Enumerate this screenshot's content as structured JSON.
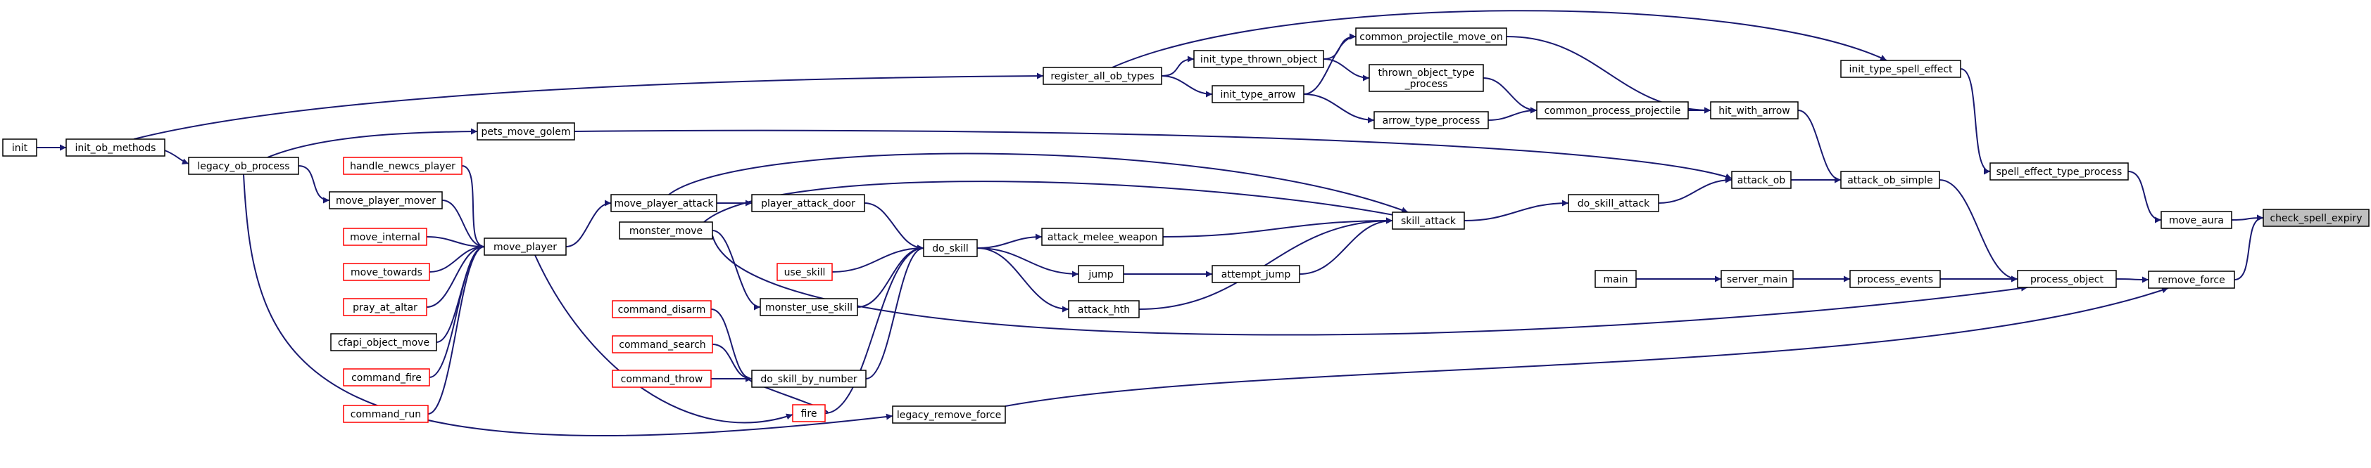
{
  "diagram": {
    "colors": {
      "edge": "#191970",
      "node_border": "#000000",
      "node_border_incomplete": "#ff0000",
      "focus_fill": "#bfbfbf"
    },
    "nodes": [
      {
        "id": "check_spell_expiry",
        "label": "check_spell_expiry",
        "style": "focus"
      },
      {
        "id": "move_aura",
        "label": "move_aura",
        "style": "normal"
      },
      {
        "id": "remove_force",
        "label": "remove_force",
        "style": "normal"
      },
      {
        "id": "spell_effect_type_process",
        "label": "spell_effect_type_process",
        "style": "normal"
      },
      {
        "id": "init_type_spell_effect",
        "label": "init_type_spell_effect",
        "style": "normal"
      },
      {
        "id": "process_object",
        "label": "process_object",
        "style": "normal"
      },
      {
        "id": "legacy_remove_force",
        "label": "legacy_remove_force",
        "style": "normal"
      },
      {
        "id": "attack_ob_simple",
        "label": "attack_ob_simple",
        "style": "normal"
      },
      {
        "id": "process_events",
        "label": "process_events",
        "style": "normal"
      },
      {
        "id": "server_main",
        "label": "server_main",
        "style": "normal"
      },
      {
        "id": "main",
        "label": "main",
        "style": "normal"
      },
      {
        "id": "hit_with_arrow",
        "label": "hit_with_arrow",
        "style": "normal"
      },
      {
        "id": "attack_ob",
        "label": "attack_ob",
        "style": "normal"
      },
      {
        "id": "common_projectile_move_on",
        "label": "common_projectile_move_on",
        "style": "normal"
      },
      {
        "id": "common_process_projectile",
        "label": "common_process_projectile",
        "style": "normal"
      },
      {
        "id": "thrown_object_type_process",
        "label_lines": [
          "thrown_object_type",
          "_process"
        ],
        "style": "normal"
      },
      {
        "id": "arrow_type_process",
        "label": "arrow_type_process",
        "style": "normal"
      },
      {
        "id": "init_type_thrown_object",
        "label": "init_type_thrown_object",
        "style": "normal"
      },
      {
        "id": "init_type_arrow",
        "label": "init_type_arrow",
        "style": "normal"
      },
      {
        "id": "register_all_ob_types",
        "label": "register_all_ob_types",
        "style": "normal"
      },
      {
        "id": "init_ob_methods",
        "label": "init_ob_methods",
        "style": "normal"
      },
      {
        "id": "init",
        "label": "init",
        "style": "normal"
      },
      {
        "id": "do_skill_attack",
        "label": "do_skill_attack",
        "style": "normal"
      },
      {
        "id": "skill_attack",
        "label": "skill_attack",
        "style": "normal"
      },
      {
        "id": "pets_move_golem",
        "label": "pets_move_golem",
        "style": "normal"
      },
      {
        "id": "legacy_ob_process",
        "label": "legacy_ob_process",
        "style": "normal"
      },
      {
        "id": "attack_melee_weapon",
        "label": "attack_melee_weapon",
        "style": "normal"
      },
      {
        "id": "attempt_jump",
        "label": "attempt_jump",
        "style": "normal"
      },
      {
        "id": "jump",
        "label": "jump",
        "style": "normal"
      },
      {
        "id": "attack_hth",
        "label": "attack_hth",
        "style": "normal"
      },
      {
        "id": "do_skill",
        "label": "do_skill",
        "style": "normal"
      },
      {
        "id": "player_attack_door",
        "label": "player_attack_door",
        "style": "normal"
      },
      {
        "id": "move_player_attack",
        "label": "move_player_attack",
        "style": "normal"
      },
      {
        "id": "monster_move",
        "label": "monster_move",
        "style": "normal"
      },
      {
        "id": "use_skill",
        "label": "use_skill",
        "style": "incomplete"
      },
      {
        "id": "monster_use_skill",
        "label": "monster_use_skill",
        "style": "normal"
      },
      {
        "id": "do_skill_by_number",
        "label": "do_skill_by_number",
        "style": "normal"
      },
      {
        "id": "fire",
        "label": "fire",
        "style": "incomplete"
      },
      {
        "id": "command_disarm",
        "label": "command_disarm",
        "style": "incomplete"
      },
      {
        "id": "command_search",
        "label": "command_search",
        "style": "incomplete"
      },
      {
        "id": "command_throw",
        "label": "command_throw",
        "style": "incomplete"
      },
      {
        "id": "move_player",
        "label": "move_player",
        "style": "normal"
      },
      {
        "id": "handle_newcs_player",
        "label": "handle_newcs_player",
        "style": "incomplete"
      },
      {
        "id": "move_player_mover",
        "label": "move_player_mover",
        "style": "normal"
      },
      {
        "id": "move_internal",
        "label": "move_internal",
        "style": "incomplete"
      },
      {
        "id": "move_towards",
        "label": "move_towards",
        "style": "incomplete"
      },
      {
        "id": "pray_at_altar",
        "label": "pray_at_altar",
        "style": "incomplete"
      },
      {
        "id": "cfapi_object_move",
        "label": "cfapi_object_move",
        "style": "normal"
      },
      {
        "id": "command_fire",
        "label": "command_fire",
        "style": "incomplete"
      },
      {
        "id": "command_run",
        "label": "command_run",
        "style": "incomplete"
      }
    ],
    "edges": [
      [
        "move_aura",
        "check_spell_expiry"
      ],
      [
        "remove_force",
        "check_spell_expiry"
      ],
      [
        "spell_effect_type_process",
        "move_aura"
      ],
      [
        "init_type_spell_effect",
        "spell_effect_type_process"
      ],
      [
        "register_all_ob_types",
        "init_type_spell_effect"
      ],
      [
        "process_object",
        "remove_force"
      ],
      [
        "legacy_remove_force",
        "remove_force"
      ],
      [
        "legacy_ob_process",
        "legacy_remove_force"
      ],
      [
        "attack_ob_simple",
        "process_object"
      ],
      [
        "process_events",
        "process_object"
      ],
      [
        "monster_move",
        "process_object"
      ],
      [
        "server_main",
        "process_events"
      ],
      [
        "main",
        "server_main"
      ],
      [
        "hit_with_arrow",
        "attack_ob_simple"
      ],
      [
        "attack_ob",
        "attack_ob_simple"
      ],
      [
        "common_projectile_move_on",
        "hit_with_arrow"
      ],
      [
        "common_process_projectile",
        "hit_with_arrow"
      ],
      [
        "init_type_thrown_object",
        "common_projectile_move_on"
      ],
      [
        "init_type_arrow",
        "common_projectile_move_on"
      ],
      [
        "thrown_object_type_process",
        "common_process_projectile"
      ],
      [
        "arrow_type_process",
        "common_process_projectile"
      ],
      [
        "init_type_thrown_object",
        "thrown_object_type_process"
      ],
      [
        "init_type_arrow",
        "arrow_type_process"
      ],
      [
        "register_all_ob_types",
        "init_type_thrown_object"
      ],
      [
        "register_all_ob_types",
        "init_type_arrow"
      ],
      [
        "init_ob_methods",
        "register_all_ob_types"
      ],
      [
        "init",
        "init_ob_methods"
      ],
      [
        "pets_move_golem",
        "attack_ob"
      ],
      [
        "do_skill_attack",
        "attack_ob"
      ],
      [
        "skill_attack",
        "do_skill_attack"
      ],
      [
        "legacy_ob_process",
        "pets_move_golem"
      ],
      [
        "init_ob_methods",
        "legacy_ob_process"
      ],
      [
        "move_player_attack",
        "skill_attack"
      ],
      [
        "monster_move",
        "skill_attack"
      ],
      [
        "attack_melee_weapon",
        "skill_attack"
      ],
      [
        "attempt_jump",
        "skill_attack"
      ],
      [
        "attack_hth",
        "skill_attack"
      ],
      [
        "jump",
        "attempt_jump"
      ],
      [
        "do_skill",
        "attack_melee_weapon"
      ],
      [
        "do_skill",
        "jump"
      ],
      [
        "do_skill",
        "attack_hth"
      ],
      [
        "player_attack_door",
        "do_skill"
      ],
      [
        "use_skill",
        "do_skill"
      ],
      [
        "monster_use_skill",
        "do_skill"
      ],
      [
        "do_skill_by_number",
        "do_skill"
      ],
      [
        "fire",
        "do_skill"
      ],
      [
        "move_player_attack",
        "player_attack_door"
      ],
      [
        "monster_move",
        "monster_use_skill"
      ],
      [
        "move_player",
        "move_player_attack"
      ],
      [
        "fire",
        "do_skill_by_number"
      ],
      [
        "command_disarm",
        "do_skill_by_number"
      ],
      [
        "command_search",
        "do_skill_by_number"
      ],
      [
        "command_throw",
        "do_skill_by_number"
      ],
      [
        "move_player",
        "fire"
      ],
      [
        "handle_newcs_player",
        "move_player"
      ],
      [
        "move_player_mover",
        "move_player"
      ],
      [
        "move_internal",
        "move_player"
      ],
      [
        "move_towards",
        "move_player"
      ],
      [
        "pray_at_altar",
        "move_player"
      ],
      [
        "cfapi_object_move",
        "move_player"
      ],
      [
        "command_fire",
        "move_player"
      ],
      [
        "command_run",
        "move_player"
      ],
      [
        "legacy_ob_process",
        "move_player_mover"
      ]
    ]
  }
}
